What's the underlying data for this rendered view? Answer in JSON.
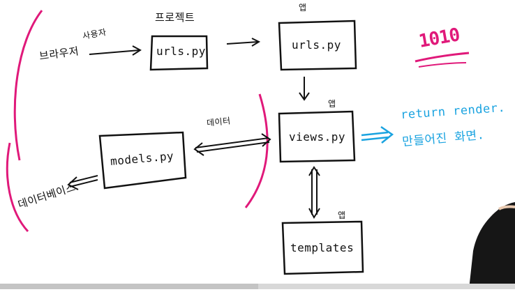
{
  "labels": {
    "browser": "브라우저",
    "user": "사용자",
    "project": "프로젝트",
    "urls_project": "urls.py",
    "app_top": "앱",
    "urls_app": "urls.py",
    "app_views": "앱",
    "views": "views.py",
    "data": "데이터",
    "models": "models.py",
    "database": "데이터베이스",
    "app_templates": "앱",
    "templates": "templates",
    "return_render": "return render.",
    "made_screen": "만들어진 화면.",
    "note_1010": "1010"
  },
  "colors": {
    "ink": "#111111",
    "blue": "#1aa3e0",
    "pink": "#e0197a"
  }
}
